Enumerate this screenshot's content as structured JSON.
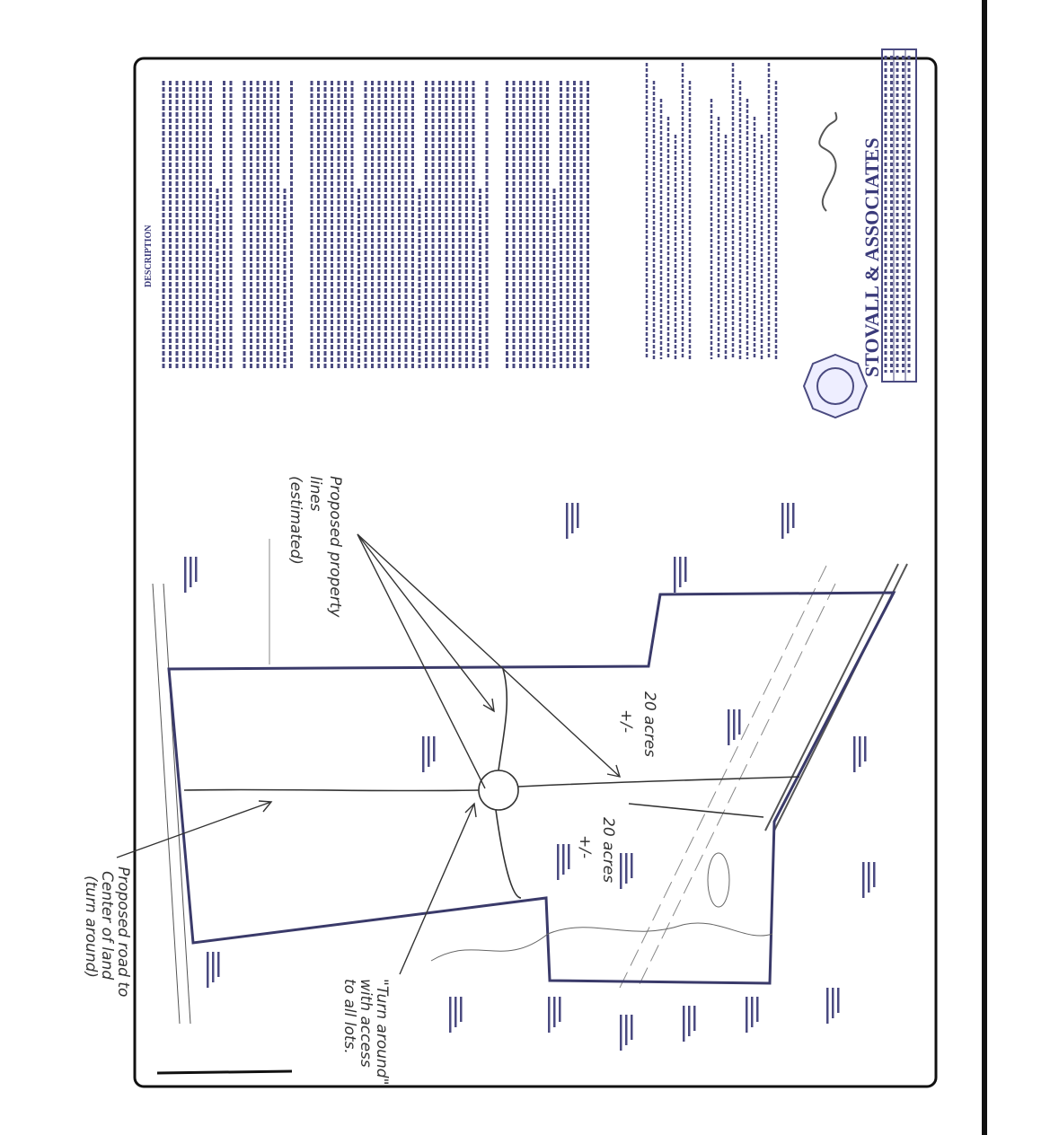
{
  "document": {
    "type": "survey plat (rotated scan)",
    "description_heading": "DESCRIPTION",
    "firm_name": "STOVALL & ASSOCIATES"
  },
  "annotations": {
    "proposed_lines": [
      "Proposed property",
      "lines",
      "(estimated)"
    ],
    "acres_north": [
      "20 acres",
      "+/-"
    ],
    "acres_south": [
      "20 acres",
      "+/-"
    ],
    "proposed_road": [
      "Proposed road to",
      "Center of land",
      "(turn around)"
    ],
    "turn_around": [
      "\"Turn around\"",
      "with access",
      "to all lots."
    ]
  },
  "colors": {
    "ink": "#3a3a7a",
    "pencil": "#333333",
    "frame": "#111111"
  }
}
